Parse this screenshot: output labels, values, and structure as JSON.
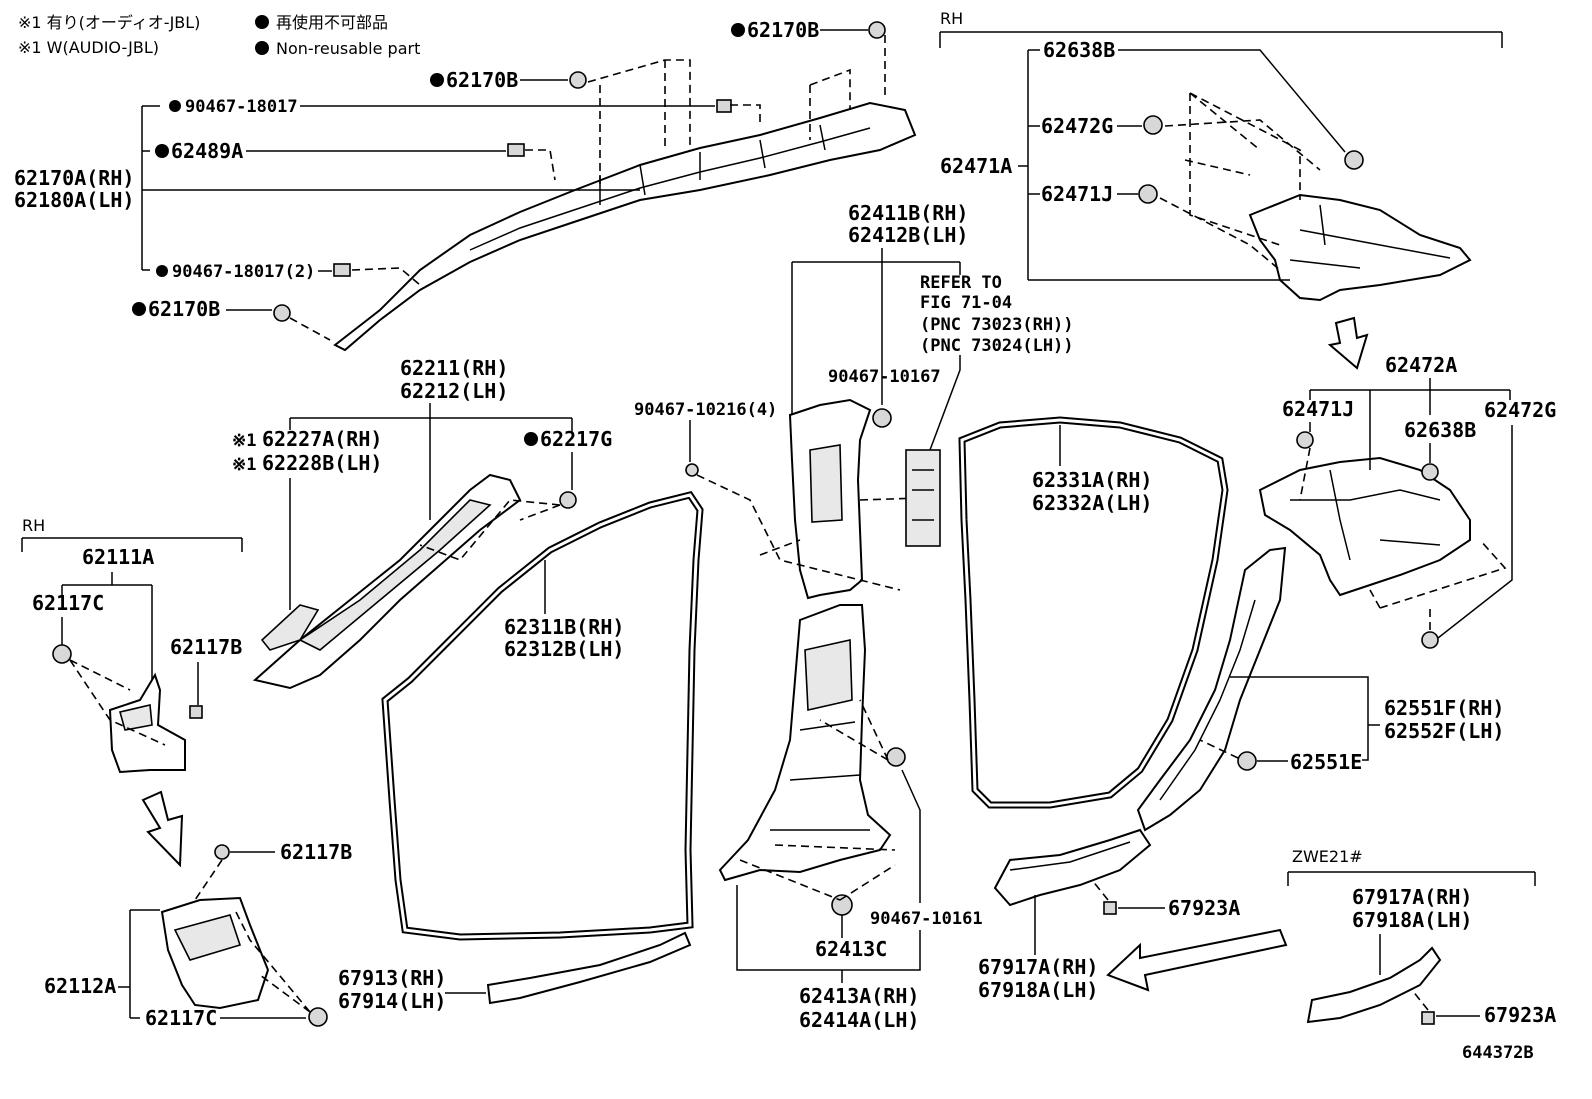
{
  "notes": {
    "line1": "※1 有り(オーディオ-JBL)",
    "line2": "※1 W(AUDIO-JBL)",
    "legend_jp": "再使用不可部品",
    "legend_en": "Non-reusable part"
  },
  "labels": {
    "p62170B_top": "62170B",
    "p62170B_mid": "62170B",
    "p90467_18017": "90467-18017",
    "p62489A": "62489A",
    "p62170A": "62170A(RH)",
    "p62180A": "62180A(LH)",
    "p90467_18017_2": "90467-18017(2)",
    "p62170B_low": "62170B",
    "rh_top": "RH",
    "p62638B_top": "62638B",
    "p62472G_top": "62472G",
    "p62471A": "62471A",
    "p62471J_top": "62471J",
    "p62411B": "62411B(RH)",
    "p62412B": "62412B(LH)",
    "ref1": "REFER TO",
    "ref2": "FIG 71-04",
    "ref3": "(PNC 73023(RH))",
    "ref4": "(PNC 73024(LH))",
    "p90467_10167": "90467-10167",
    "p90467_10216": "90467-10216(4)",
    "p62211": "62211(RH)",
    "p62212": "62212(LH)",
    "p62227A": "62227A(RH)",
    "p62228B": "62228B(LH)",
    "p62217G": "62217G",
    "rh_left": "RH",
    "p62111A": "62111A",
    "p62117C_top": "62117C",
    "p62117B_top": "62117B",
    "p62311B": "62311B(RH)",
    "p62312B": "62312B(LH)",
    "p62331A": "62331A(RH)",
    "p62332A": "62332A(LH)",
    "p62472A": "62472A",
    "p62471J_mid": "62471J",
    "p62638B_mid": "62638B",
    "p62472G_mid": "62472G",
    "p62551F": "62551F(RH)",
    "p62552F": "62552F(LH)",
    "p62551E": "62551E",
    "p62117B_low": "62117B",
    "p62112A": "62112A",
    "p62117C_low": "62117C",
    "p67913": "67913(RH)",
    "p67914": "67914(LH)",
    "p90467_10161": "90467-10161",
    "p62413C": "62413C",
    "p62413A": "62413A(RH)",
    "p62414A": "62414A(LH)",
    "p67917A_mid": "67917A(RH)",
    "p67918A_mid": "67918A(LH)",
    "p67923A_mid": "67923A",
    "zwe": "ZWE21#",
    "p67917A_right": "67917A(RH)",
    "p67918A_right": "67918A(LH)",
    "p67923A_right": "67923A",
    "fig_no": "644372B",
    "note_mark1": "※1",
    "note_mark2": "※1"
  },
  "colors": {
    "ink": "#000000",
    "paper": "#ffffff",
    "shade": "#e8e8e8"
  }
}
